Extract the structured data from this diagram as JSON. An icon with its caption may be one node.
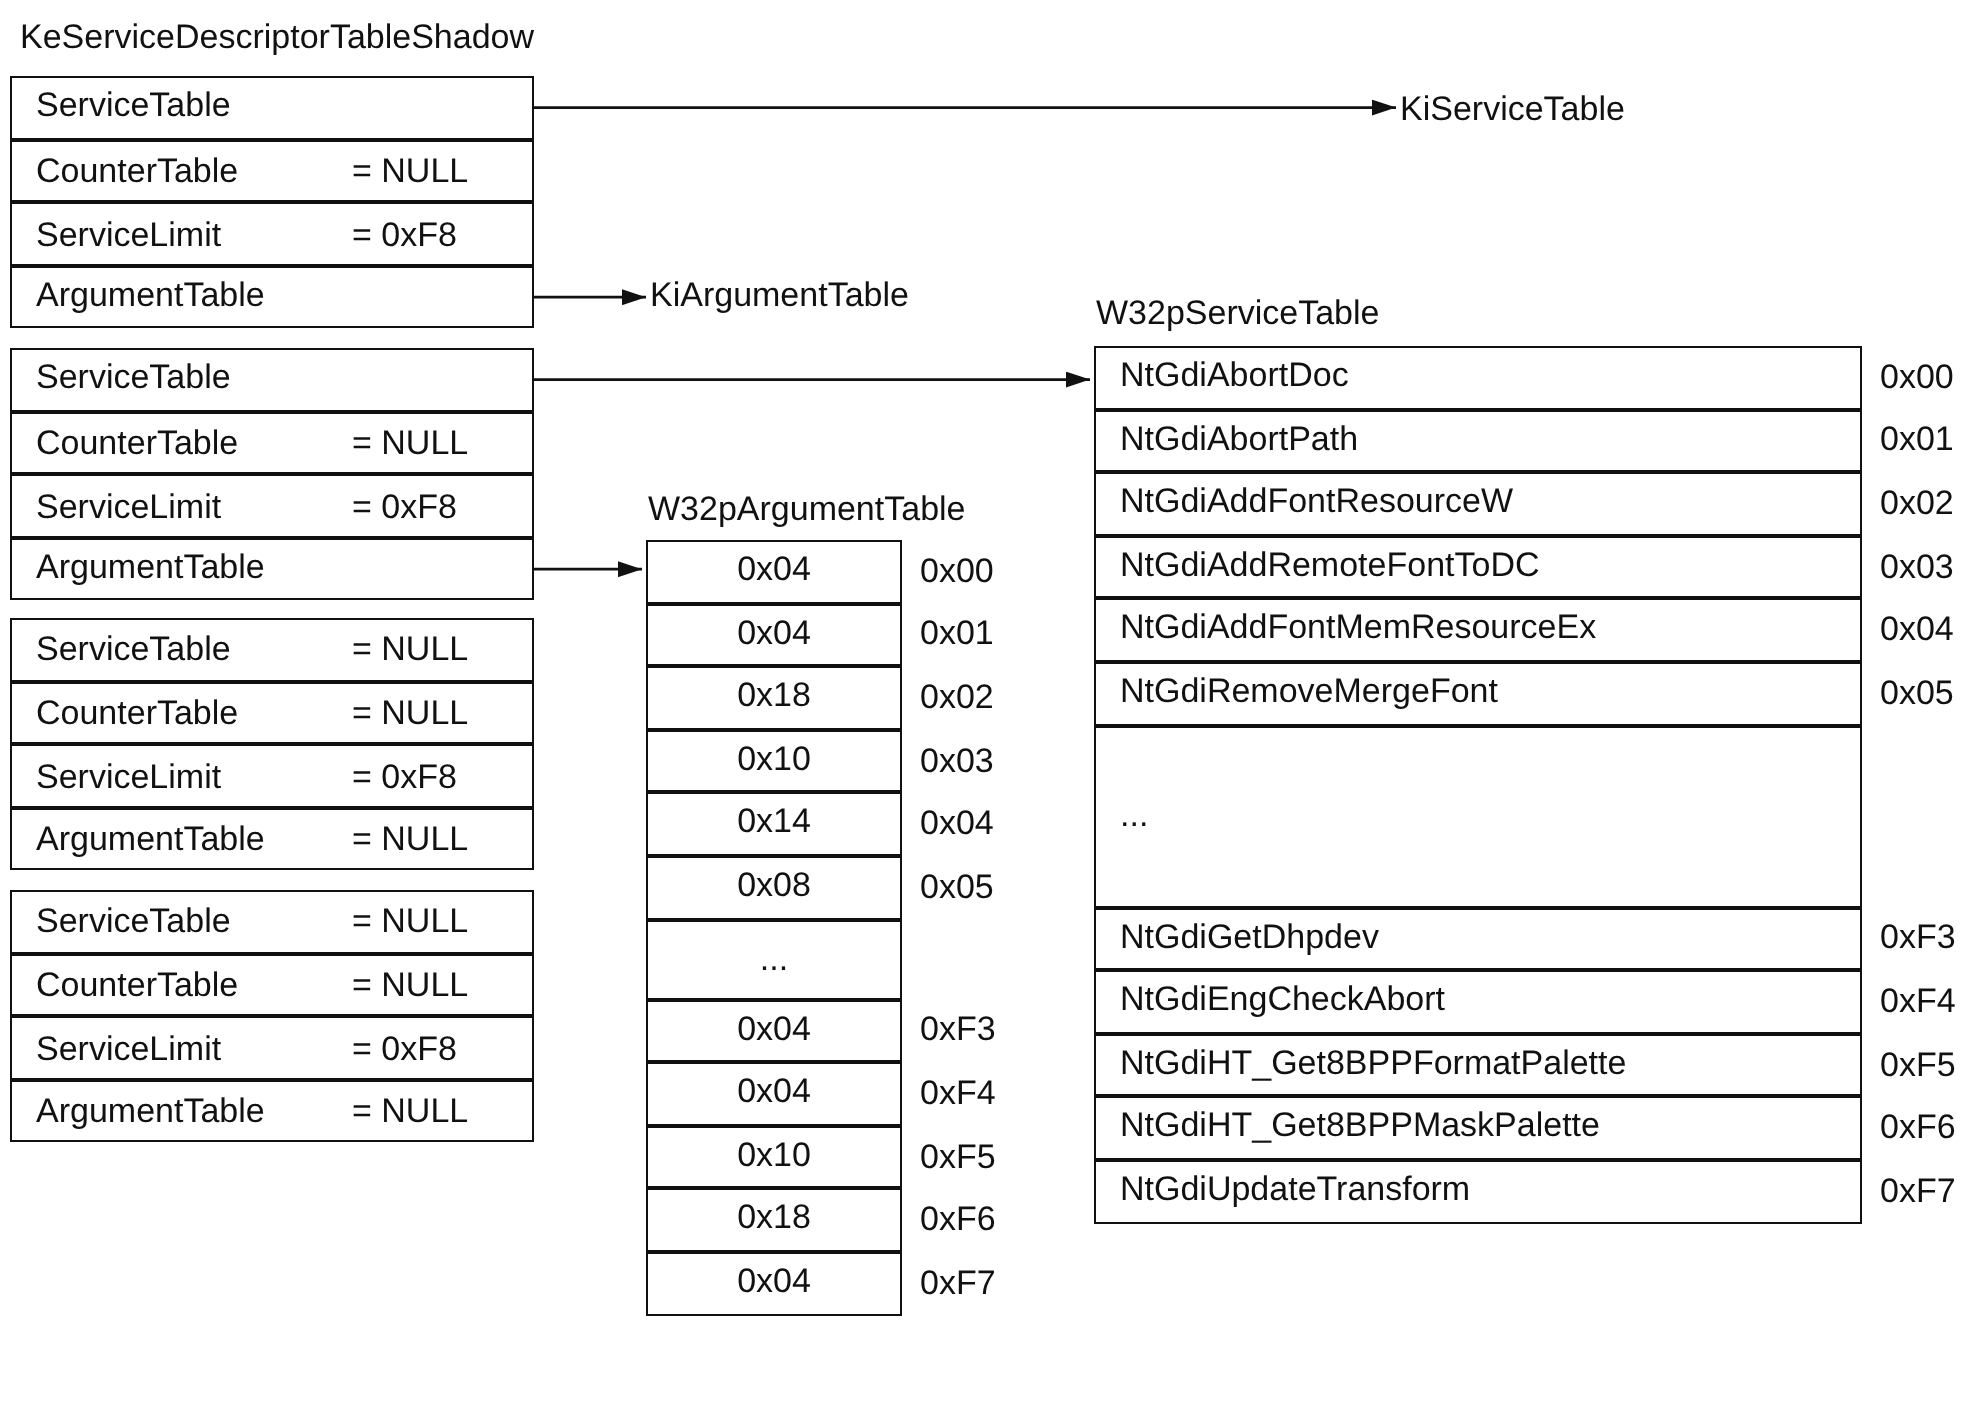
{
  "diagram": {
    "nodes": [
      {
        "text": [
          "KeServiceDescriptorTableShadow"
        ]
      },
      {
        "text": [
          "ServiceTable"
        ],
        "in": 0
      },
      {
        "text": [
          "CounterTable",
          "= NULL"
        ],
        "in": 0
      },
      {
        "text": [
          "ServiceLimit",
          "= 0xF8"
        ],
        "in": 0
      },
      {
        "text": [
          "ArgumentTable"
        ],
        "in": 0
      },
      {
        "text": [
          "ServiceTable"
        ],
        "in": 0
      },
      {
        "text": [
          "CounterTable",
          "= NULL"
        ],
        "in": 0
      },
      {
        "text": [
          "ServiceLimit",
          "= 0xF8"
        ],
        "in": 0
      },
      {
        "text": [
          "ArgumentTable"
        ],
        "in": 0
      },
      {
        "text": [
          "ServiceTable",
          "= NULL"
        ],
        "in": 0
      },
      {
        "text": [
          "CounterTable",
          "= NULL"
        ],
        "in": 0
      },
      {
        "text": [
          "ServiceLimit",
          "= 0xF8"
        ],
        "in": 0
      },
      {
        "text": [
          "ArgumentTable",
          "= NULL"
        ],
        "in": 0
      },
      {
        "text": [
          "ServiceTable",
          "= NULL"
        ],
        "in": 0
      },
      {
        "text": [
          "CounterTable",
          "= NULL"
        ],
        "in": 0
      },
      {
        "text": [
          "ServiceLimit",
          "= 0xF8"
        ],
        "in": 0
      },
      {
        "text": [
          "ArgumentTable",
          "= NULL"
        ],
        "in": 0
      },
      {
        "text": [
          "KiServiceTable"
        ]
      },
      {
        "text": [
          "KiArgumentTable"
        ]
      },
      {
        "text": [
          "W32pArgumentTable"
        ]
      },
      {
        "text": [
          "0x04"
        ],
        "beside": [
          "0x00"
        ],
        "in": 19
      },
      {
        "text": [
          "0x04"
        ],
        "beside": [
          "0x01"
        ],
        "in": 19
      },
      {
        "text": [
          "0x18"
        ],
        "beside": [
          "0x02"
        ],
        "in": 19
      },
      {
        "text": [
          "0x10"
        ],
        "beside": [
          "0x03"
        ],
        "in": 19
      },
      {
        "text": [
          "0x14"
        ],
        "beside": [
          "0x04"
        ],
        "in": 19
      },
      {
        "text": [
          "0x08"
        ],
        "beside": [
          "0x05"
        ],
        "in": 19
      },
      {
        "text": [
          "..."
        ],
        "in": 19
      },
      {
        "text": [
          "0x04"
        ],
        "beside": [
          "0xF3"
        ],
        "in": 19
      },
      {
        "text": [
          "0x04"
        ],
        "beside": [
          "0xF4"
        ],
        "in": 19
      },
      {
        "text": [
          "0x10"
        ],
        "beside": [
          "0xF5"
        ],
        "in": 19
      },
      {
        "text": [
          "0x18"
        ],
        "beside": [
          "0xF6"
        ],
        "in": 19
      },
      {
        "text": [
          "0x04"
        ],
        "beside": [
          "0xF7"
        ],
        "in": 19
      },
      {
        "text": [
          "W32pServiceTable"
        ]
      },
      {
        "text": [
          "NtGdiAbortDoc"
        ],
        "beside": [
          "0x00"
        ],
        "in": 32
      },
      {
        "text": [
          "NtGdiAbortPath"
        ],
        "beside": [
          "0x01"
        ],
        "in": 32
      },
      {
        "text": [
          "NtGdiAddFontResourceW"
        ],
        "beside": [
          "0x02"
        ],
        "in": 32
      },
      {
        "text": [
          "NtGdiAddRemoteFontToDC"
        ],
        "beside": [
          "0x03"
        ],
        "in": 32
      },
      {
        "text": [
          "NtGdiAddFontMemResourceEx"
        ],
        "beside": [
          "0x04"
        ],
        "in": 32
      },
      {
        "text": [
          "NtGdiRemoveMergeFont"
        ],
        "beside": [
          "0x05"
        ],
        "in": 32
      },
      {
        "text": [
          "..."
        ],
        "in": 32
      },
      {
        "text": [
          "NtGdiGetDhpdev"
        ],
        "beside": [
          "0xF3"
        ],
        "in": 32
      },
      {
        "text": [
          "NtGdiEngCheckAbort"
        ],
        "beside": [
          "0xF4"
        ],
        "in": 32
      },
      {
        "text": [
          "NtGdiHT_Get8BPPFormatPalette"
        ],
        "beside": [
          "0xF5"
        ],
        "in": 32
      },
      {
        "text": [
          "NtGdiHT_Get8BPPMaskPalette"
        ],
        "beside": [
          "0xF6"
        ],
        "in": 32
      },
      {
        "text": [
          "NtGdiUpdateTransform"
        ],
        "beside": [
          "0xF7"
        ],
        "in": 32
      }
    ],
    "edges": [
      {
        "from": 1,
        "to": 17,
        "arrow": "to"
      },
      {
        "from": 4,
        "to": 18,
        "arrow": "to"
      },
      {
        "from": 5,
        "to": 33,
        "arrow": "to"
      },
      {
        "from": 8,
        "to": 20,
        "arrow": "to"
      }
    ]
  }
}
